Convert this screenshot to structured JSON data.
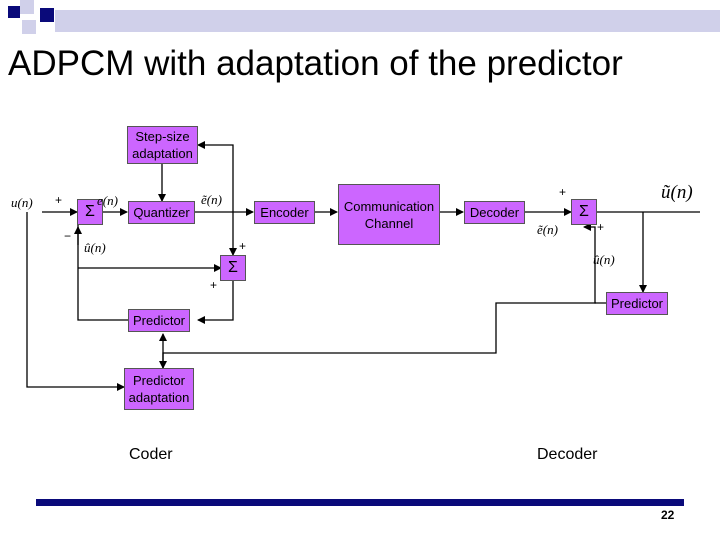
{
  "slide": {
    "title": "ADPCM with adaptation of the predictor",
    "page_number": "22",
    "colors": {
      "block_fill": "#cc66ff",
      "header_dark": "#0a0a7a",
      "header_light": "#d0d0ea",
      "footer_bar": "#0a0a7a"
    }
  },
  "blocks": {
    "step_size": "Step-size adaptation",
    "quantizer": "Quantizer",
    "encoder": "Encoder",
    "channel": "Communication Channel",
    "decoder": "Decoder",
    "predictor_left": "Predictor",
    "predictor_adapt": "Predictor adaptation",
    "predictor_right": "Predictor",
    "sum_symbol": "Σ"
  },
  "signals": {
    "u_n": "u(n)",
    "e_n": "e(n)",
    "e_tilde": "ẽ(n)",
    "u_hat": "û(n)",
    "u_tilde_big": "ũ(n)",
    "e_tilde_dec": "ẽ(n)",
    "u_hat_dec": "û(n)"
  },
  "signs": {
    "plus": "+",
    "minus": "−"
  },
  "captions": {
    "coder": "Coder",
    "decoder": "Decoder"
  }
}
